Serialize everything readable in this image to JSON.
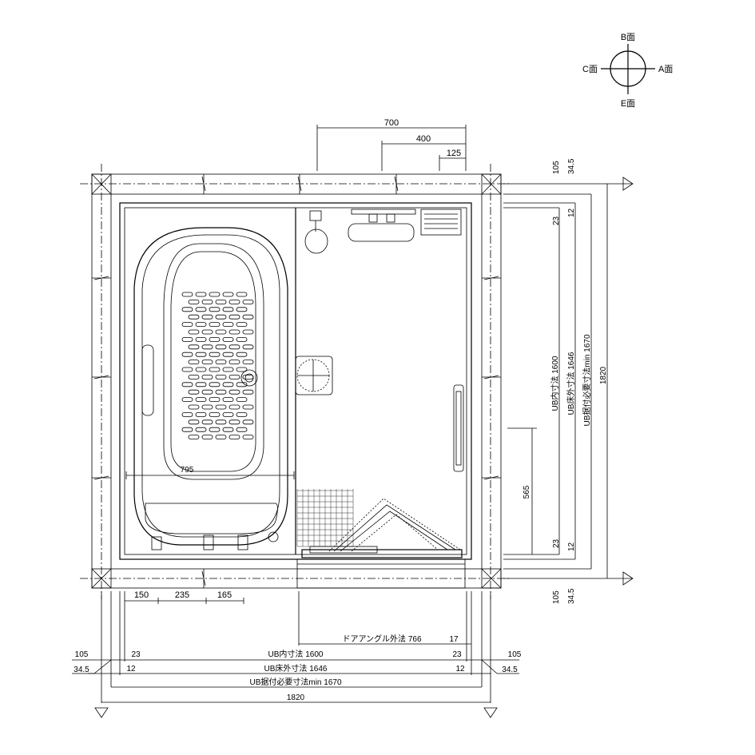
{
  "compass": {
    "top": "B面",
    "left": "C面",
    "right": "A面",
    "bottom": "E面"
  },
  "top_dims": {
    "d700": "700",
    "d400": "400",
    "d125": "125"
  },
  "right_dims": {
    "d105_top": "105",
    "d34_top": "34.5",
    "d23_top": "23",
    "d12_top": "12",
    "inner": "UB内寸法 1600",
    "outer": "UB床外寸法 1646",
    "install": "UB据付必要寸法min 1670",
    "total": "1820",
    "d565": "565",
    "d23_bot": "23",
    "d12_bot": "12",
    "d105_bot": "105",
    "d34_bot": "34.5"
  },
  "interior_dims": {
    "tub_width": "795"
  },
  "bottom_dims": {
    "d150": "150",
    "d235": "235",
    "d165": "165",
    "door": "ドアアングル外法 766",
    "d17": "17",
    "d105_left": "105",
    "d34_left": "34.5",
    "d23_left": "23",
    "d12_left": "12",
    "inner": "UB内寸法 1600",
    "d23_right": "23",
    "d105_right": "105",
    "outer": "UB床外寸法 1646",
    "d12_right": "12",
    "d34_right": "34.5",
    "install": "UB据付必要寸法min 1670",
    "total": "1820"
  },
  "colors": {
    "line": "#000000",
    "background": "#ffffff"
  }
}
